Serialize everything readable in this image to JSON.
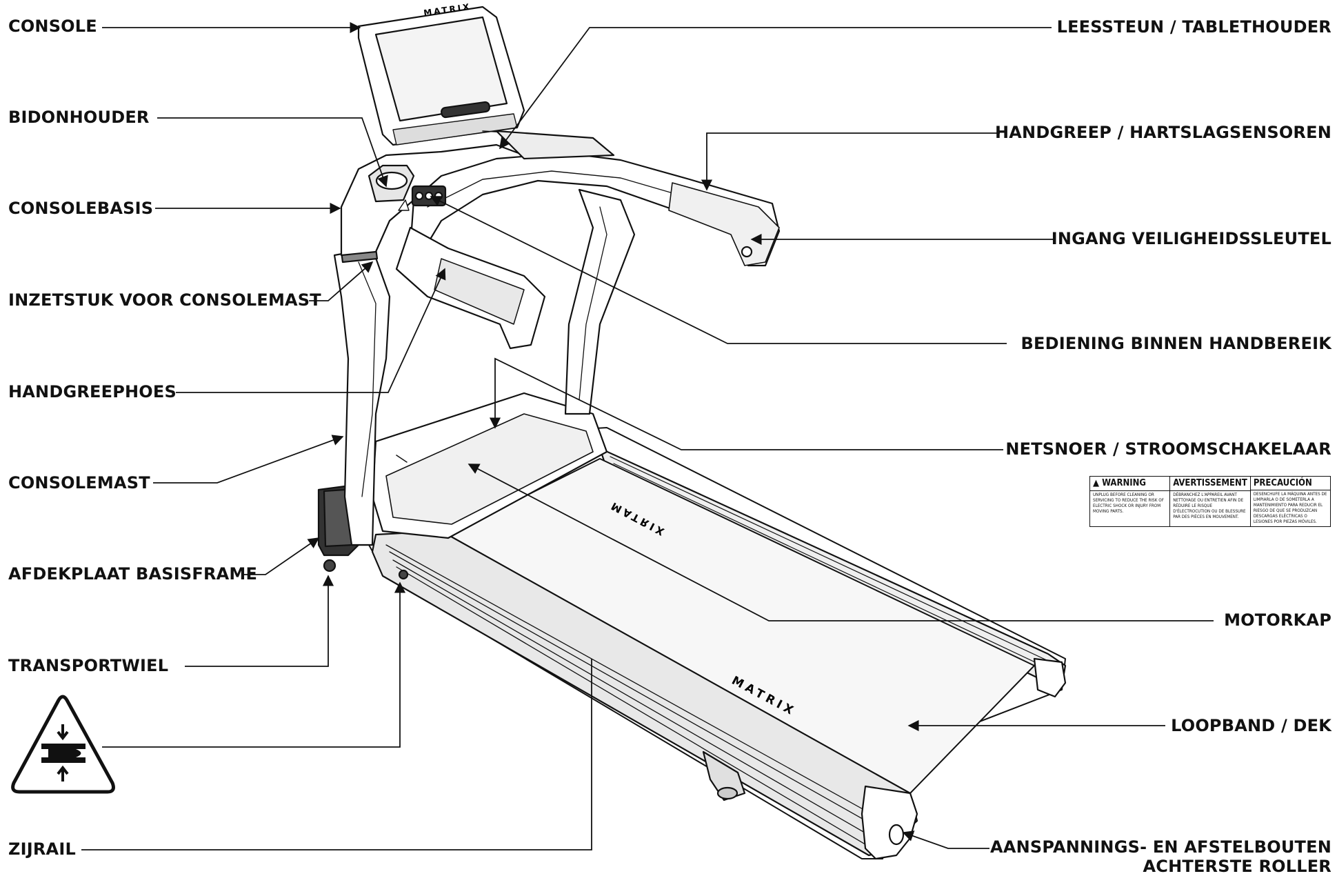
{
  "labels": {
    "console": "CONSOLE",
    "bidonhouder": "BIDONHOUDER",
    "consolebasis": "CONSOLEBASIS",
    "inzetstuk": "INZETSTUK VOOR CONSOLEMAST",
    "handgreephoes": "HANDGREEPHOES",
    "consolemast": "CONSOLEMAST",
    "afdekplaat": "AFDEKPLAAT BASISFRAME",
    "transportwiel": "TRANSPORTWIEL",
    "zijrail": "ZIJRAIL",
    "leessteun": "LEESSTEUN / TABLETHOUDER",
    "handgreep": "HANDGREEP / HARTSLAGSENSOREN",
    "veiligheidssleutel": "INGANG VEILIGHEIDSSLEUTEL",
    "bediening": "BEDIENING BINNEN HANDBEREIK",
    "netsnoer": "NETSNOER / STROOMSCHAKELAAR",
    "motorkap": "MOTORKAP",
    "loopband": "LOOPBAND / DEK",
    "afstelbouten_1": "AANSPANNINGS- EN AFSTELBOUTEN",
    "afstelbouten_2": "ACHTERSTE ROLLER"
  },
  "brand": {
    "console": "MATRIX",
    "deck_front": "MATRIX",
    "deck_rear": "MATRIX"
  },
  "warning_label": {
    "columns": [
      {
        "title": "WARNING",
        "text": "UNPLUG BEFORE CLEANING OR SERVICING TO REDUCE THE RISK OF ELECTRIC SHOCK OR INJURY FROM MOVING PARTS."
      },
      {
        "title": "AVERTISSEMENT",
        "text": "DÉBRANCHEZ L'APPAREIL AVANT NETTOYAGE OU ENTRETIEN AFIN DE RÉDUIRE LE RISQUE D'ÉLECTROCUTION OU DE BLESSURE PAR DES PIÈCES EN MOUVEMENT."
      },
      {
        "title": "PRECAUCIÓN",
        "text": "DESENCHUFE LA MÁQUINA ANTES DE LIMPIARLA O DE SOMETERLA A MANTENIMIENTO PARA REDUCIR EL RIESGO DE QUE SE PRODUZCAN DESCARGAS ELÉCTRICAS O LESIONES POR PIEZAS MÓVILES."
      }
    ]
  },
  "colors": {
    "line": "#111111",
    "background": "#ffffff",
    "shade": "#d9d9d9"
  },
  "icons": {
    "pinch_warning": "pinch-hazard-icon",
    "warning_triangle": "warning-triangle-icon"
  }
}
